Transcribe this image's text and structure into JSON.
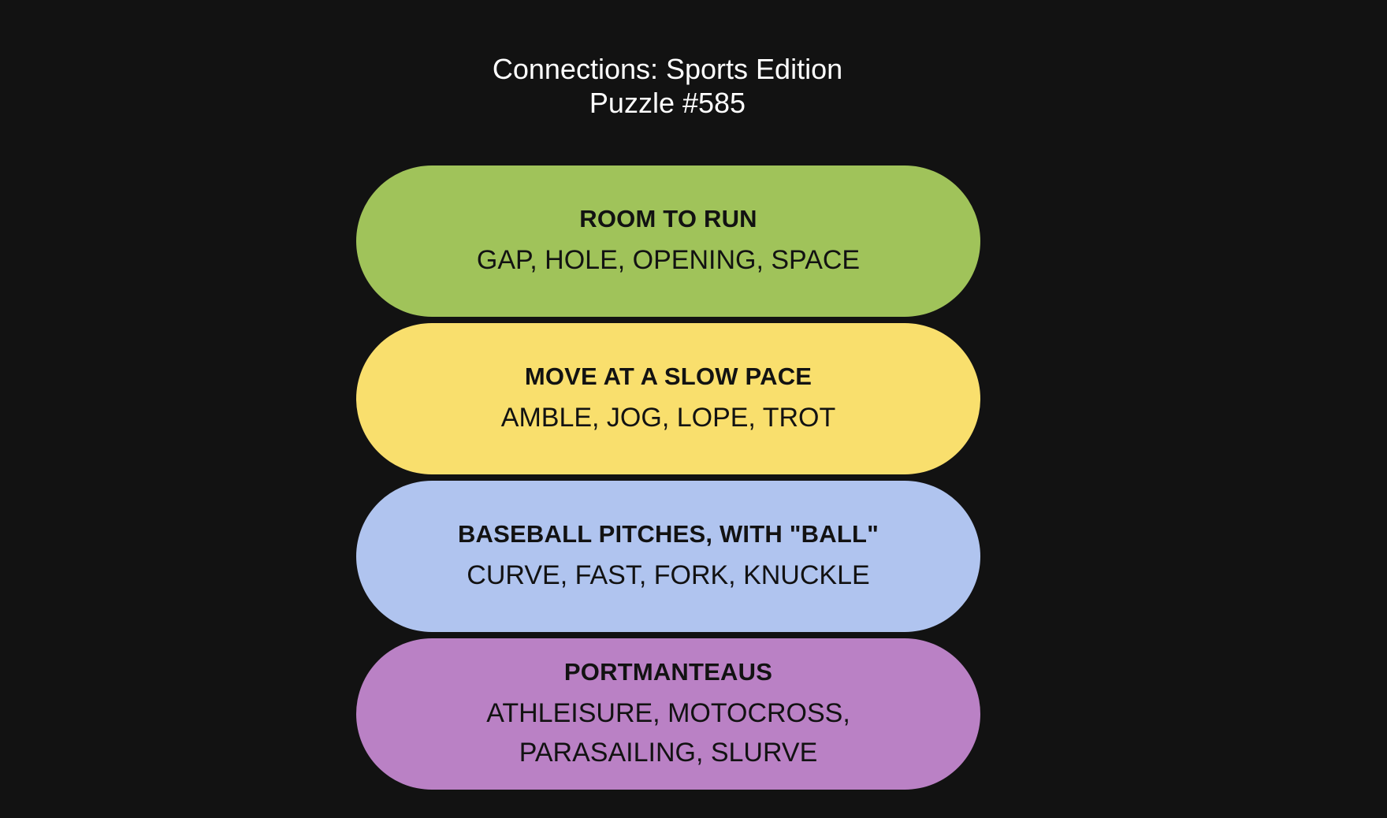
{
  "header": {
    "title": "Connections: Sports Edition",
    "subtitle": "Puzzle #585"
  },
  "groups": [
    {
      "title": "ROOM TO RUN",
      "words": "GAP, HOLE, OPENING, SPACE",
      "color": "#a0c35a"
    },
    {
      "title": "MOVE AT A SLOW PACE",
      "words": "AMBLE, JOG, LOPE, TROT",
      "color": "#f9df6d"
    },
    {
      "title": "BASEBALL PITCHES, WITH \"BALL\"",
      "words": "CURVE, FAST, FORK, KNUCKLE",
      "color": "#b0c4ef"
    },
    {
      "title": "PORTMANTEAUS",
      "words": "ATHLEISURE, MOTOCROSS, PARASAILING, SLURVE",
      "color": "#ba81c5"
    }
  ]
}
